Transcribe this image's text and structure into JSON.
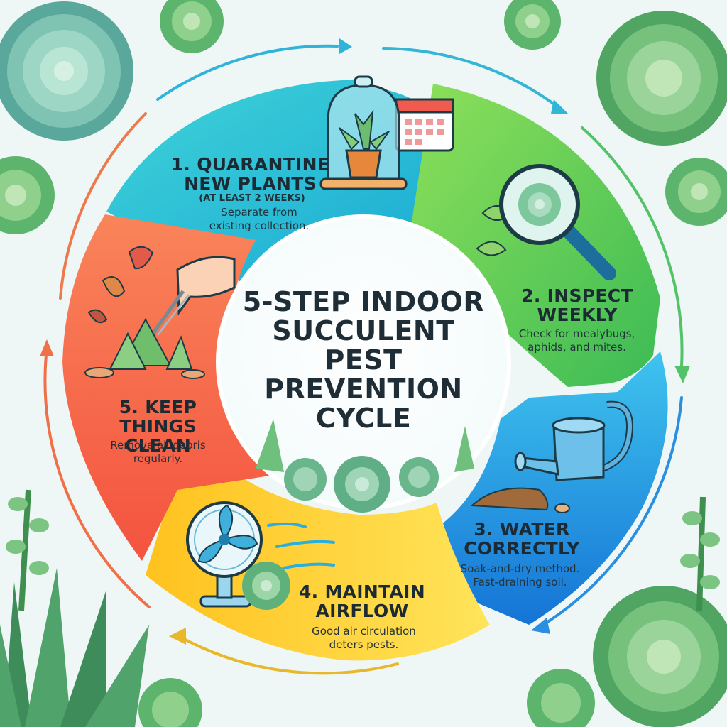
{
  "title": "5-STEP INDOOR SUCCULENT PEST PREVENTION CYCLE",
  "steps": [
    {
      "title": "1. QUARANTINE NEW PLANTS",
      "subtitle": "(AT LEAST 2 WEEKS)",
      "description": "Separate from existing collection.",
      "color": "#27c2cf",
      "icon": "glass-cloche-plant-calendar-icon"
    },
    {
      "title": "2. INSPECT WEEKLY",
      "description": "Check for mealybugs, aphids, and mites.",
      "color": "#63cf4d",
      "icon": "magnifying-glass-icon"
    },
    {
      "title": "3. WATER CORRECTLY",
      "description": "Soak-and-dry method. Fast-draining soil.",
      "color": "#1f9fe8",
      "icon": "watering-can-icon"
    },
    {
      "title": "4. MAINTAIN AIRFLOW",
      "description": "Good air circulation deters pests.",
      "color": "#ffd234",
      "icon": "fan-icon"
    },
    {
      "title": "5. KEEP THINGS CLEAN",
      "description": "Remove all debris regularly.",
      "color": "#f96c4a",
      "icon": "tweezers-debris-icon"
    }
  ],
  "colors": {
    "background": "#eef6f6",
    "center": "#ffffff",
    "succulent": "#7cc79b",
    "arrow_blue": "#2fa6e8",
    "arrow_green": "#4fc36c",
    "arrow_orange": "#f3704a"
  }
}
